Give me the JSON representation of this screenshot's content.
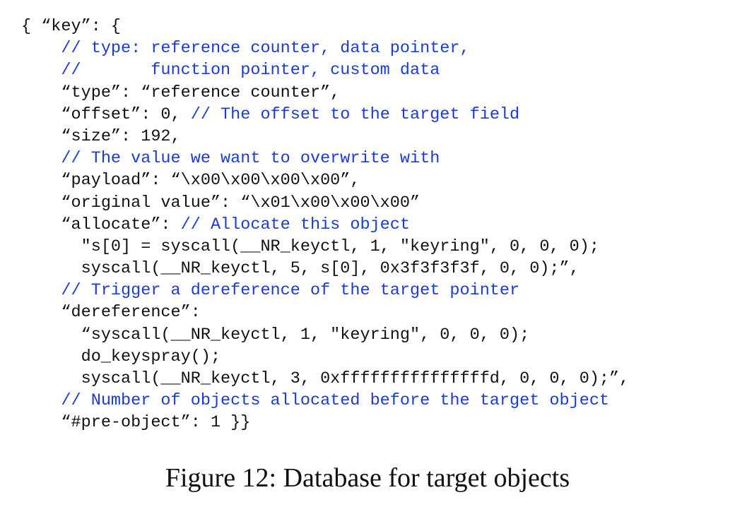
{
  "code_lines": [
    [
      {
        "text": "{ “key”: {",
        "kind": "code"
      }
    ],
    [
      {
        "text": "    // type: reference counter, data pointer,",
        "kind": "comment"
      }
    ],
    [
      {
        "text": "    //       function pointer, custom data",
        "kind": "comment"
      }
    ],
    [
      {
        "text": "    “type”: “reference counter”,",
        "kind": "code"
      }
    ],
    [
      {
        "text": "    “offset”: 0, ",
        "kind": "code"
      },
      {
        "text": "// The offset to the target field",
        "kind": "comment"
      }
    ],
    [
      {
        "text": "    “size”: 192,",
        "kind": "code"
      }
    ],
    [
      {
        "text": "    // The value we want to overwrite with",
        "kind": "comment"
      }
    ],
    [
      {
        "text": "    “payload”: “\\x00\\x00\\x00\\x00”,",
        "kind": "code"
      }
    ],
    [
      {
        "text": "    “original value”: “\\x01\\x00\\x00\\x00”",
        "kind": "code"
      }
    ],
    [
      {
        "text": "    “allocate”: ",
        "kind": "code"
      },
      {
        "text": "// Allocate this object",
        "kind": "comment"
      }
    ],
    [
      {
        "text": "      \"s[0] = syscall(__NR_keyctl, 1, \"keyring\", 0, 0, 0);",
        "kind": "code"
      }
    ],
    [
      {
        "text": "      syscall(__NR_keyctl, 5, s[0], 0x3f3f3f3f, 0, 0);”,",
        "kind": "code"
      }
    ],
    [
      {
        "text": "    // Trigger a dereference of the target pointer",
        "kind": "comment"
      }
    ],
    [
      {
        "text": "    “dereference”:",
        "kind": "code"
      }
    ],
    [
      {
        "text": "      “syscall(__NR_keyctl, 1, \"keyring\", 0, 0, 0);",
        "kind": "code"
      }
    ],
    [
      {
        "text": "      do_keyspray();",
        "kind": "code"
      }
    ],
    [
      {
        "text": "      syscall(__NR_keyctl, 3, 0xfffffffffffffffd, 0, 0, 0);”,",
        "kind": "code"
      }
    ],
    [
      {
        "text": "    // Number of objects allocated before the target object",
        "kind": "comment"
      }
    ],
    [
      {
        "text": "    “#pre-object”: 1 }}",
        "kind": "code"
      }
    ]
  ],
  "caption": "Figure 12: Database for target objects",
  "colors": {
    "code": "#111111",
    "comment": "#1a3bd6"
  }
}
